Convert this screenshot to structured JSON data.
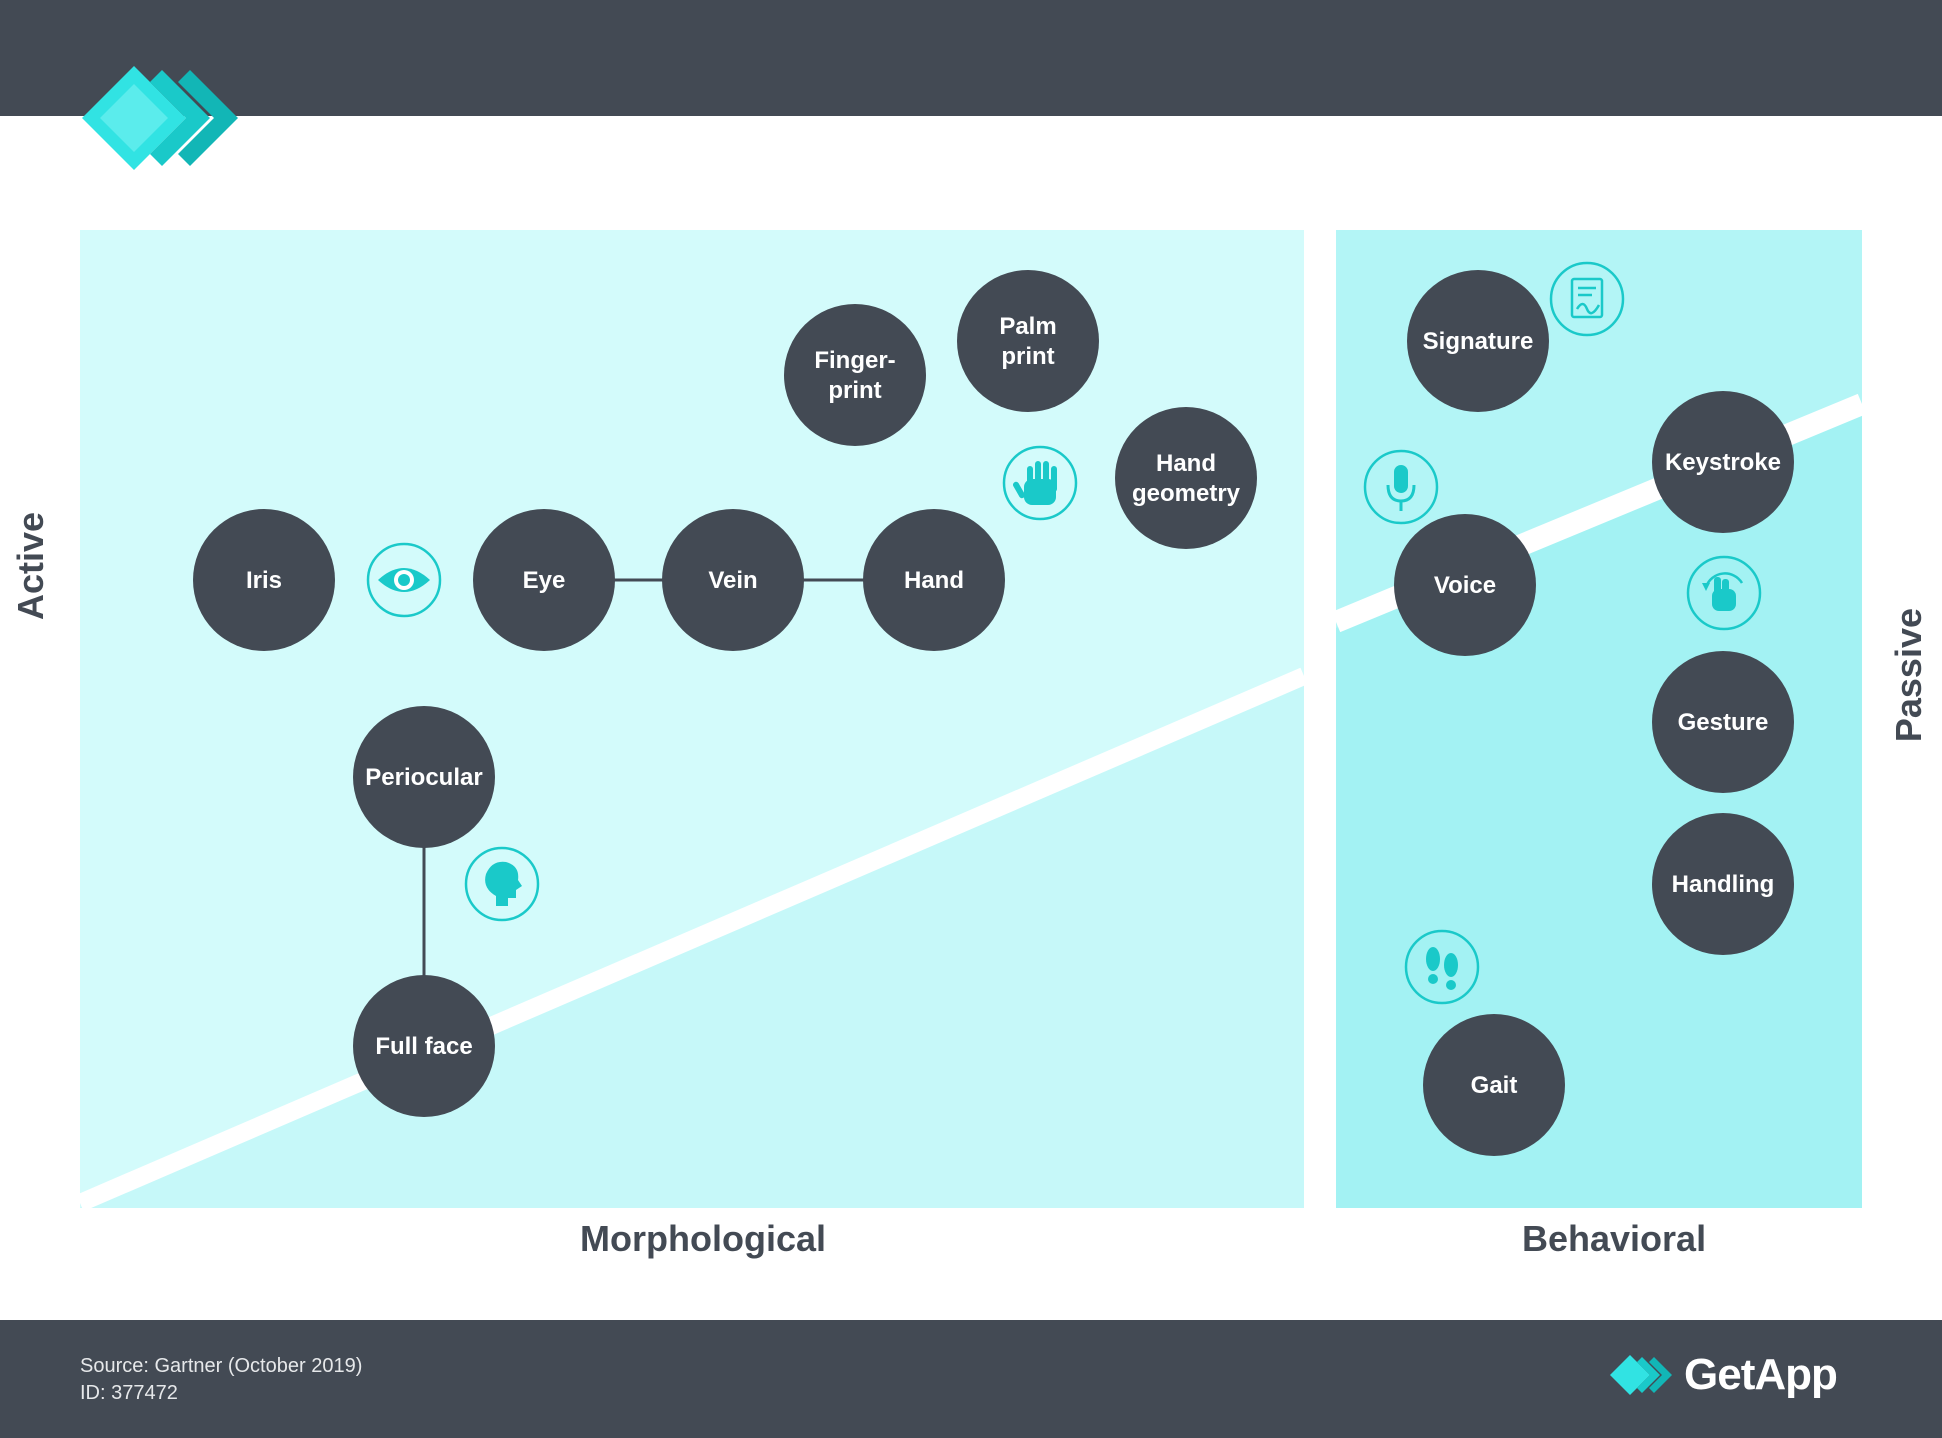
{
  "colors": {
    "dark": "#434a54",
    "morph_top": "#d3fbfb",
    "morph_bottom": "#c6f8f9",
    "behav_top": "#b3f5f6",
    "behav_bottom": "#a3f2f3",
    "accent": "#1ac9c9"
  },
  "axes": {
    "left": "Active",
    "right": "Passive",
    "bottom_left": "Morphological",
    "bottom_right": "Behavioral"
  },
  "nodes": [
    {
      "id": "iris",
      "lines": [
        "Iris"
      ]
    },
    {
      "id": "eye",
      "lines": [
        "Eye"
      ]
    },
    {
      "id": "vein",
      "lines": [
        "Vein"
      ]
    },
    {
      "id": "hand",
      "lines": [
        "Hand"
      ]
    },
    {
      "id": "fingerprint",
      "lines": [
        "Finger-",
        "print"
      ]
    },
    {
      "id": "palmprint",
      "lines": [
        "Palm",
        "print"
      ]
    },
    {
      "id": "handgeometry",
      "lines": [
        "Hand",
        "geometry"
      ]
    },
    {
      "id": "periocular",
      "lines": [
        "Periocular"
      ]
    },
    {
      "id": "fullface",
      "lines": [
        "Full face"
      ]
    },
    {
      "id": "signature",
      "lines": [
        "Signature"
      ]
    },
    {
      "id": "keystroke",
      "lines": [
        "Keystroke"
      ]
    },
    {
      "id": "voice",
      "lines": [
        "Voice"
      ]
    },
    {
      "id": "gesture",
      "lines": [
        "Gesture"
      ]
    },
    {
      "id": "handling",
      "lines": [
        "Handling"
      ]
    },
    {
      "id": "gait",
      "lines": [
        "Gait"
      ]
    }
  ],
  "connections": [
    [
      "eye",
      "vein"
    ],
    [
      "vein",
      "hand"
    ],
    [
      "periocular",
      "fullface"
    ]
  ],
  "icons": [
    {
      "name": "eye-icon"
    },
    {
      "name": "hand-icon"
    },
    {
      "name": "face-icon"
    },
    {
      "name": "signature-icon"
    },
    {
      "name": "microphone-icon"
    },
    {
      "name": "gesture-icon"
    },
    {
      "name": "footprints-icon"
    }
  ],
  "footer": {
    "source": "Source: Gartner (October 2019)",
    "id": "ID: 377472",
    "brand": "GetApp"
  }
}
